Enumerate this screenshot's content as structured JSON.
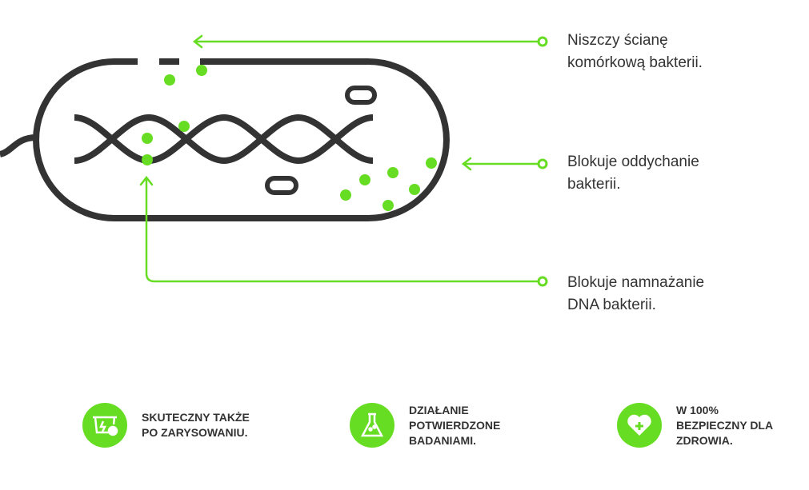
{
  "colors": {
    "accent": "#66dd22",
    "dark": "#333333"
  },
  "callouts": [
    {
      "text": "Niszczy ścianę\nkomórkową bakterii.",
      "line1": "Niszczy ścianę",
      "line2": "komórkową bakterii."
    },
    {
      "line1": "Blokuje oddychanie",
      "line2": "bakterii."
    },
    {
      "line1": "Blokuje namnażanie",
      "line2": "DNA bakterii."
    }
  ],
  "features": [
    {
      "icon": "scratch-screen-icon",
      "text": "SKUTECZNY TAKŻE\nPO ZARYSOWANIU."
    },
    {
      "icon": "flask-icon",
      "text": "DZIAŁANIE\nPOTWIERDZONE\nBADANIAMI."
    },
    {
      "icon": "heart-plus-icon",
      "text": "W 100%\nBEZPIECZNY DLA\nZDROWIA."
    }
  ]
}
